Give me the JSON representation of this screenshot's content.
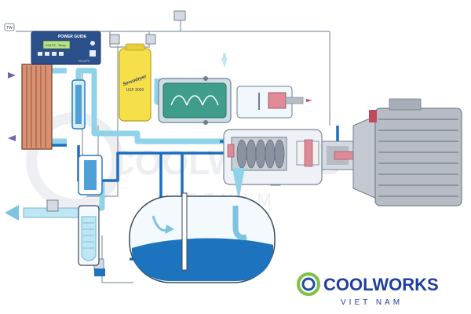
{
  "controller": {
    "brand": "POWER GUIDE",
    "line1": "VOLTS",
    "line2": "Temp",
    "model_line1": "",
    "model_line2": "RFLOPS"
  },
  "dryer_label": {
    "line1": "Servodryer",
    "line2": "USF 3000"
  },
  "tw_label": "TW",
  "logo": {
    "main": "COOLWORKS",
    "sub": "VIET NAM"
  },
  "watermark": {
    "main": "COOLWORKS",
    "sub": "VIETNAM"
  },
  "colors": {
    "pipe": "#1f6fbf",
    "pipe_light": "#8fd3ea",
    "water": "#1e73be",
    "tank_fill": "#eaf6fb",
    "dryer_yellow": "#f6e04a",
    "cooler_red": "#c9785a",
    "motor_grey": "#b7bcc4",
    "logo_green": "#7cc142",
    "logo_blue": "#1f4fa3"
  }
}
